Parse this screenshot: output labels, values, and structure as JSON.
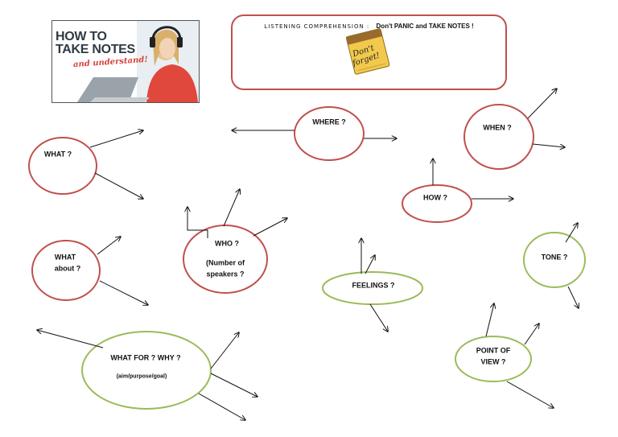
{
  "banner": {
    "line1": "HOW TO",
    "line2": "TAKE NOTES",
    "tagline": "and understand!"
  },
  "title": {
    "left": "LISTENING COMPREHENSION :",
    "right": "Don't PANIC and TAKE NOTES !",
    "note_line1": "Don't",
    "note_line2": "forget!"
  },
  "nodes": {
    "where": "WHERE ?",
    "when": "WHEN ?",
    "what": "WHAT ?",
    "how": "HOW ?",
    "who_line1": "WHO ?",
    "who_line2": "(Number of",
    "who_line3": "speakers ?",
    "what_about_line1": "WHAT",
    "what_about_line2": "about  ?",
    "tone": "TONE ?",
    "feelings": "FEELINGS ?",
    "what_for_line1": "WHAT FOR ? WHY ?",
    "what_for_line2": "(aim/purpose/goal)",
    "point_of_view_line1": "POINT OF",
    "point_of_view_line2": "VIEW ?"
  },
  "colors": {
    "red_outline": "#c0504d",
    "green_outline": "#9bbb59",
    "arrow": "#111111",
    "note_yellow": "#f2c94c",
    "accent_red": "#d8413a"
  }
}
